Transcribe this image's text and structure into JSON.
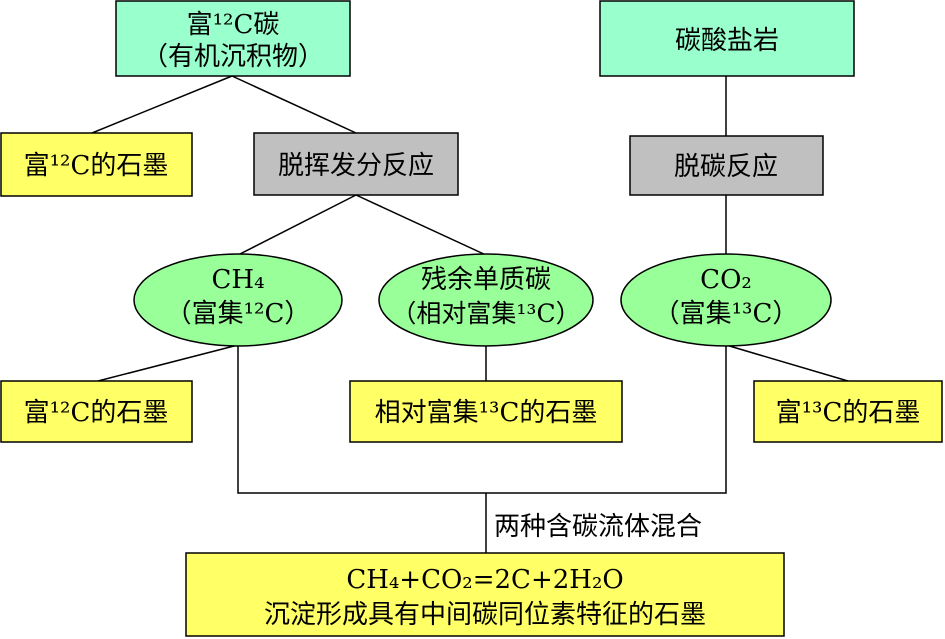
{
  "colors": {
    "teal": "#99ffcc",
    "yellow": "#ffff66",
    "gray": "#c0c0c0",
    "green": "#99ff99",
    "line": "#000000"
  },
  "nodes": {
    "organic_line1": "富¹²C碳",
    "organic_line2": "（有机沉积物）",
    "carbonate": "碳酸盐岩",
    "graphite_12c_top": "富¹²C的石墨",
    "devolatilization": "脱挥发分反应",
    "decarbonation": "脱碳反应",
    "ch4_line1": "CH₄",
    "ch4_line2": "（富集¹²C）",
    "residual_line1": "残余单质碳",
    "residual_line2": "（相对富集¹³C）",
    "co2_line1": "CO₂",
    "co2_line2": "（富集¹³C）",
    "graphite_12c_bottom": "富¹²C的石墨",
    "graphite_rel13c": "相对富集¹³C的石墨",
    "graphite_13c": "富¹³C的石墨",
    "mix_label": "两种含碳流体混合",
    "result_line1": "CH₄+CO₂=2C+2H₂O",
    "result_line2": "沉淀形成具有中间碳同位素特征的石墨"
  }
}
